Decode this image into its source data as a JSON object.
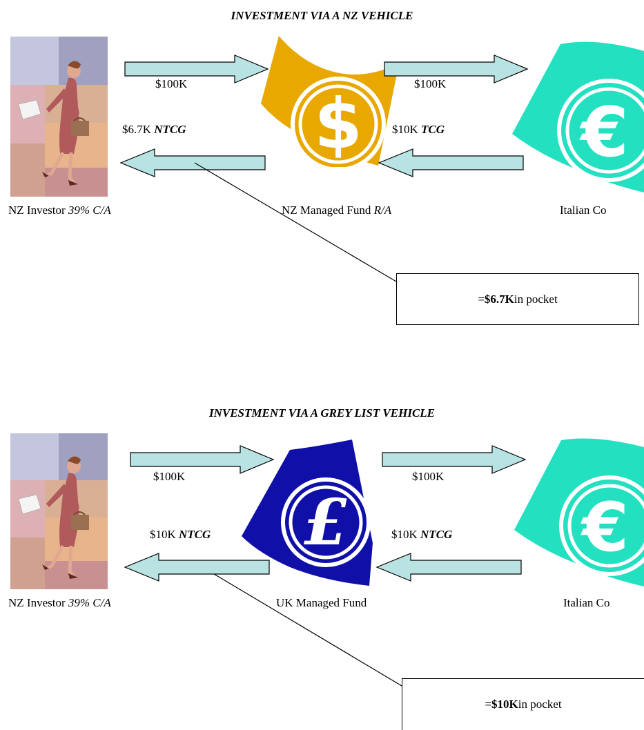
{
  "colors": {
    "arrow_fill": "#b9e2e3",
    "dollar_gold": "#e8a800",
    "euro_teal": "#22e0c0",
    "pound_blue": "#1010a8"
  },
  "sections": [
    {
      "title": "INVESTMENT VIA A NZ VEHICLE",
      "investor_caption": {
        "main": "NZ Investor ",
        "italic": "39% C/A"
      },
      "fund_caption": {
        "main": "NZ Managed Fund ",
        "italic": "R/A"
      },
      "company_caption": "Italian Co",
      "fund_icon": "dollar-coin-icon",
      "company_icon": "euro-coin-icon",
      "arrows": {
        "top_left_amount": "$100K",
        "top_right_amount": "$100K",
        "bottom_left_amount": "$6.7K ",
        "bottom_left_tag": "NTCG",
        "bottom_right_amount": "$10K ",
        "bottom_right_tag": "TCG"
      },
      "result": {
        "prefix": "= ",
        "value": "$6.7K",
        "suffix": " in pocket"
      }
    },
    {
      "title": "INVESTMENT VIA A GREY LIST VEHICLE",
      "investor_caption": {
        "main": "NZ Investor ",
        "italic": "39% C/A"
      },
      "fund_caption": {
        "main": "UK Managed Fund",
        "italic": ""
      },
      "company_caption": "Italian Co",
      "fund_icon": "pound-coin-icon",
      "company_icon": "euro-coin-icon",
      "arrows": {
        "top_left_amount": "$100K",
        "top_right_amount": "$100K",
        "bottom_left_amount": "$10K ",
        "bottom_left_tag": "NTCG",
        "bottom_right_amount": "$10K ",
        "bottom_right_tag": "NTCG"
      },
      "result": {
        "prefix": "= ",
        "value": "$10K",
        "suffix": " in pocket"
      }
    }
  ]
}
